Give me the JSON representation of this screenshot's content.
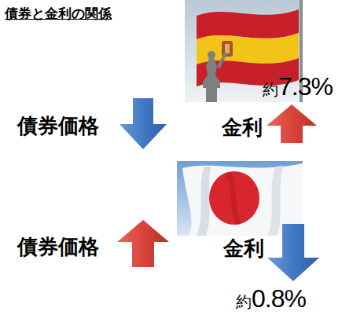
{
  "diagram": {
    "title": "債券と金利の関係",
    "labels": [
      "債券価格",
      "金利",
      "約7.3%",
      "債券価格",
      "金利",
      "約0.8%"
    ]
  }
}
